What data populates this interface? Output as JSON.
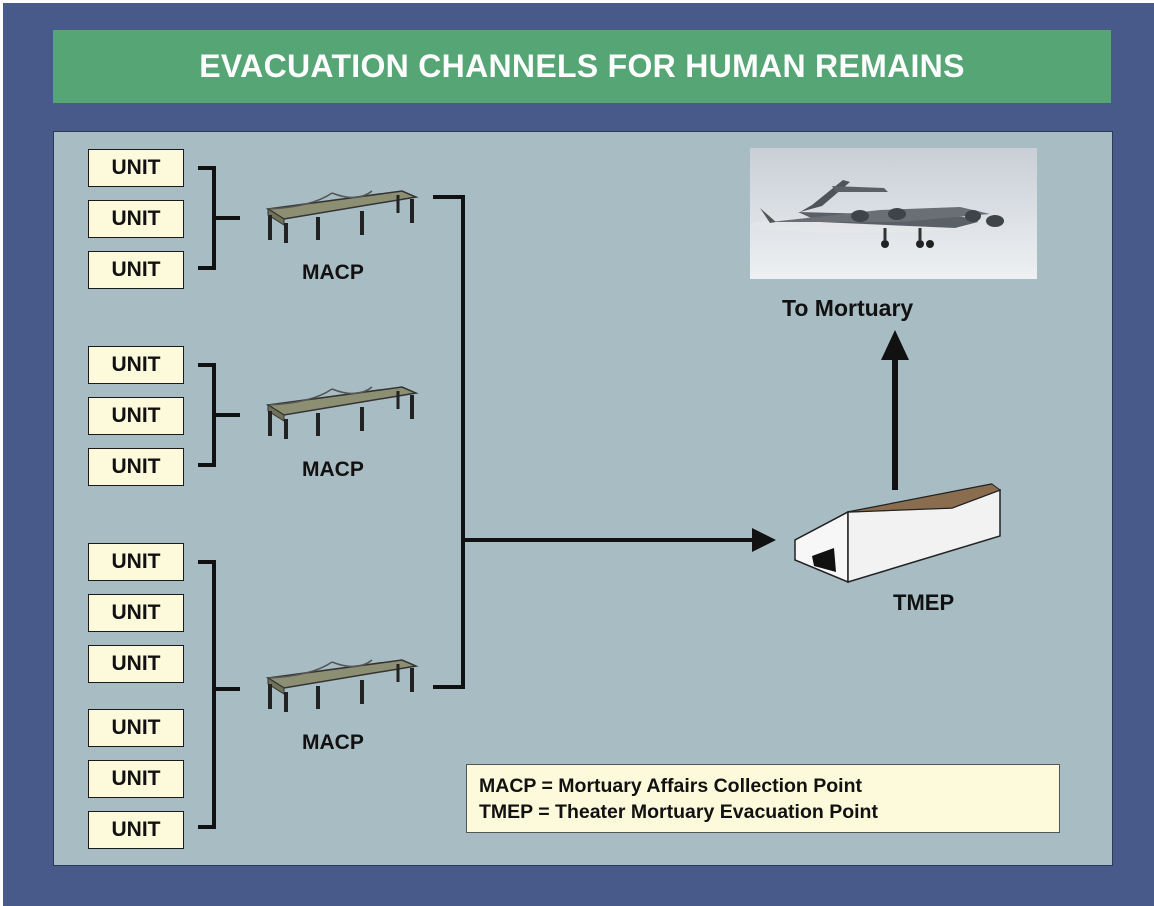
{
  "title": "EVACUATION CHANNELS FOR HUMAN REMAINS",
  "unit_label": "UNIT",
  "groups": [
    {
      "units": [
        "UNIT",
        "UNIT",
        "UNIT"
      ],
      "collection_point": "MACP"
    },
    {
      "units": [
        "UNIT",
        "UNIT",
        "UNIT"
      ],
      "collection_point": "MACP"
    },
    {
      "units": [
        "UNIT",
        "UNIT",
        "UNIT",
        "UNIT",
        "UNIT",
        "UNIT"
      ],
      "collection_point": "MACP"
    }
  ],
  "tmep_label": "TMEP",
  "destination_label": "To Mortuary",
  "legend": [
    "MACP = Mortuary Affairs Collection Point",
    "TMEP = Theater Mortuary Evacuation Point"
  ],
  "colors": {
    "frame": "#475a89",
    "title_bar": "#55a674",
    "panel": "#a8bcc4",
    "unit_box": "#fdf9db",
    "tent": "#8d8f72",
    "roof": "#9c7e5e"
  }
}
